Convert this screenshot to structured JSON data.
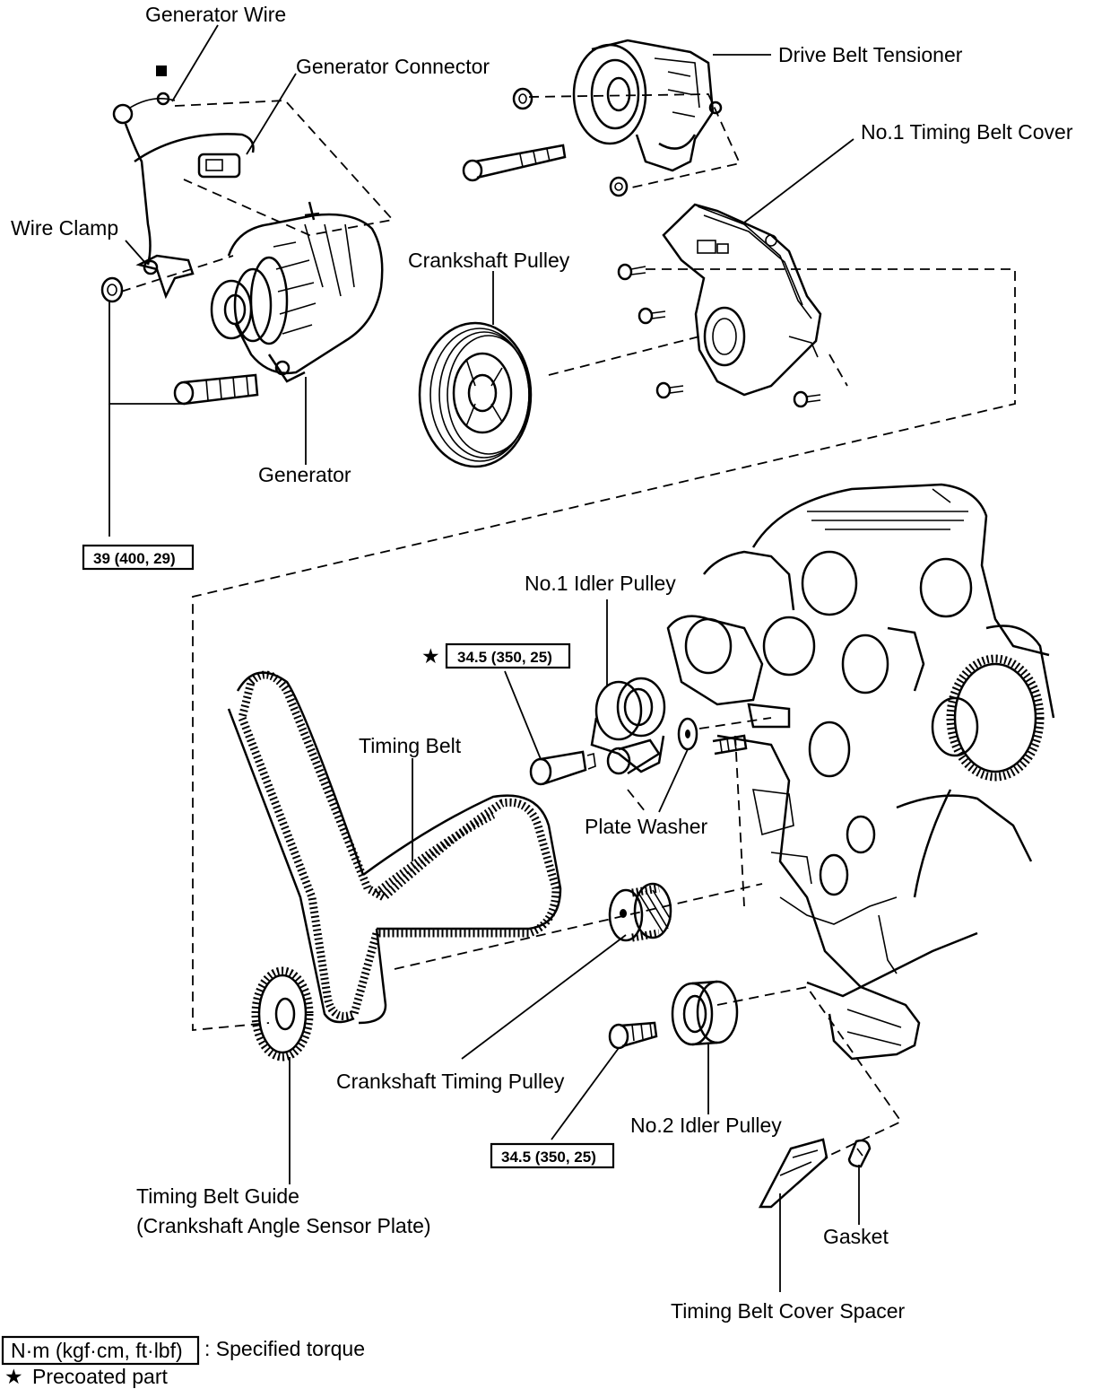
{
  "labels": {
    "generator_wire": "Generator Wire",
    "generator_connector": "Generator Connector",
    "drive_belt_tensioner": "Drive Belt Tensioner",
    "no1_timing_belt_cover": "No.1 Timing Belt Cover",
    "wire_clamp": "Wire Clamp",
    "crankshaft_pulley": "Crankshaft Pulley",
    "generator": "Generator",
    "no1_idler_pulley": "No.1 Idler Pulley",
    "timing_belt": "Timing Belt",
    "plate_washer": "Plate Washer",
    "crankshaft_timing_pulley": "Crankshaft Timing Pulley",
    "no2_idler_pulley": "No.2 Idler Pulley",
    "timing_belt_guide": "Timing Belt Guide",
    "timing_belt_guide_sub": "(Crankshaft Angle Sensor Plate)",
    "gasket": "Gasket",
    "timing_belt_cover_spacer": "Timing Belt Cover Spacer"
  },
  "torques": {
    "generator_bolt": "39 (400, 29)",
    "idler_bolt": "34.5 (350, 25)",
    "idler2_bolt": "34.5 (350, 25)"
  },
  "precoated_symbol": "★",
  "legend": {
    "unit_box": "N·m (kgf·cm, ft·lbf)",
    "unit_text": ": Specified torque",
    "precoated_symbol": "★",
    "precoated_text": "Precoated part"
  }
}
